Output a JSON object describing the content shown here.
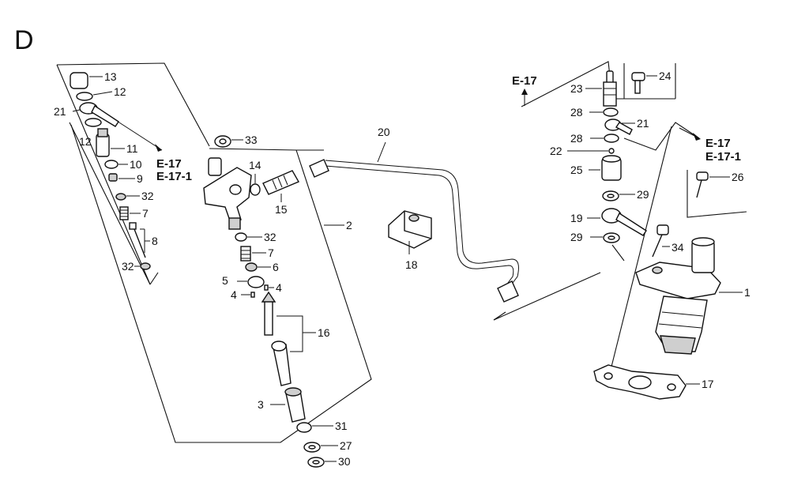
{
  "section": "D",
  "refs": {
    "r1": "E-17",
    "r2": "E-17-1",
    "r3": "E-17",
    "r4": "E-17",
    "r5": "E-17-1"
  },
  "callouts": {
    "c1": "1",
    "c2": "2",
    "c3": "3",
    "c4a": "4",
    "c4b": "4",
    "c5": "5",
    "c6": "6",
    "c7a": "7",
    "c7b": "7",
    "c8": "8",
    "c9": "9",
    "c10": "10",
    "c11": "11",
    "c12a": "12",
    "c12b": "12",
    "c13": "13",
    "c14": "14",
    "c15": "15",
    "c16": "16",
    "c17": "17",
    "c18": "18",
    "c19": "19",
    "c20": "20",
    "c21a": "21",
    "c21b": "21",
    "c22": "22",
    "c23": "23",
    "c24": "24",
    "c25": "25",
    "c26": "26",
    "c27": "27",
    "c28a": "28",
    "c28b": "28",
    "c29a": "29",
    "c29b": "29",
    "c30": "30",
    "c31": "31",
    "c32a": "32",
    "c32b": "32",
    "c32c": "32",
    "c33": "33",
    "c34": "34"
  }
}
